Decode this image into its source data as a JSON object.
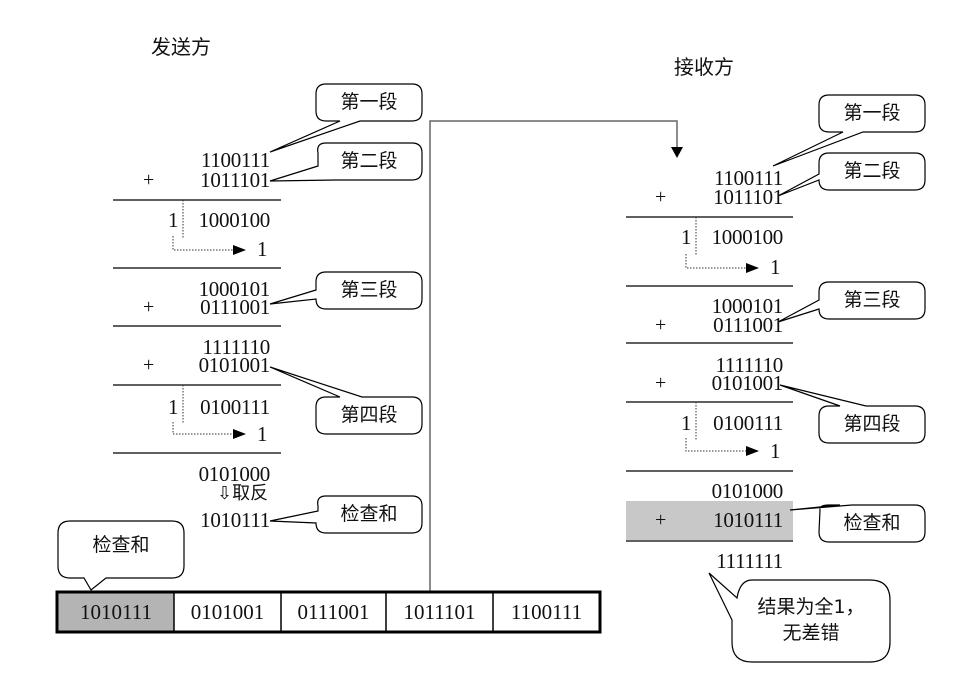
{
  "sender": {
    "title": "发送方",
    "seg1": "1100111",
    "seg2": "1011101",
    "plus": "+",
    "sum1_carry": "1",
    "sum1_rest": "1000100",
    "wrap1": "1",
    "partial1": "1000101",
    "seg3": "0111001",
    "partial2": "1111110",
    "seg4": "0101001",
    "sum2_carry": "1",
    "sum2_rest": "0100111",
    "wrap2": "1",
    "result": "0101000",
    "invert_label": "⇩取反",
    "checksum": "1010111",
    "callouts": {
      "seg1": "第一段",
      "seg2": "第二段",
      "seg3": "第三段",
      "seg4": "第四段",
      "checksum": "检查和",
      "frame_checksum": "检查和"
    }
  },
  "frame": {
    "cells": [
      {
        "value": "1010111",
        "highlight": true
      },
      {
        "value": "0101001",
        "highlight": false
      },
      {
        "value": "0111001",
        "highlight": false
      },
      {
        "value": "1011101",
        "highlight": false
      },
      {
        "value": "1100111",
        "highlight": false
      }
    ],
    "highlight_color": "#b4b4b4"
  },
  "receiver": {
    "title": "接收方",
    "seg1": "1100111",
    "seg2": "1011101",
    "plus": "+",
    "sum1_carry": "1",
    "sum1_rest": "1000100",
    "wrap1": "1",
    "partial1": "1000101",
    "seg3": "0111001",
    "partial2": "1111110",
    "seg4": "0101001",
    "sum2_carry": "1",
    "sum2_rest": "0100111",
    "wrap2": "1",
    "partial3": "0101000",
    "checksum": "1010111",
    "final": "1111111",
    "callouts": {
      "seg1": "第一段",
      "seg2": "第二段",
      "seg3": "第三段",
      "seg4": "第四段",
      "checksum": "检查和",
      "result_line1": "结果为全1，",
      "result_line2": "无差错"
    },
    "highlight_color": "#c8c8c8"
  }
}
